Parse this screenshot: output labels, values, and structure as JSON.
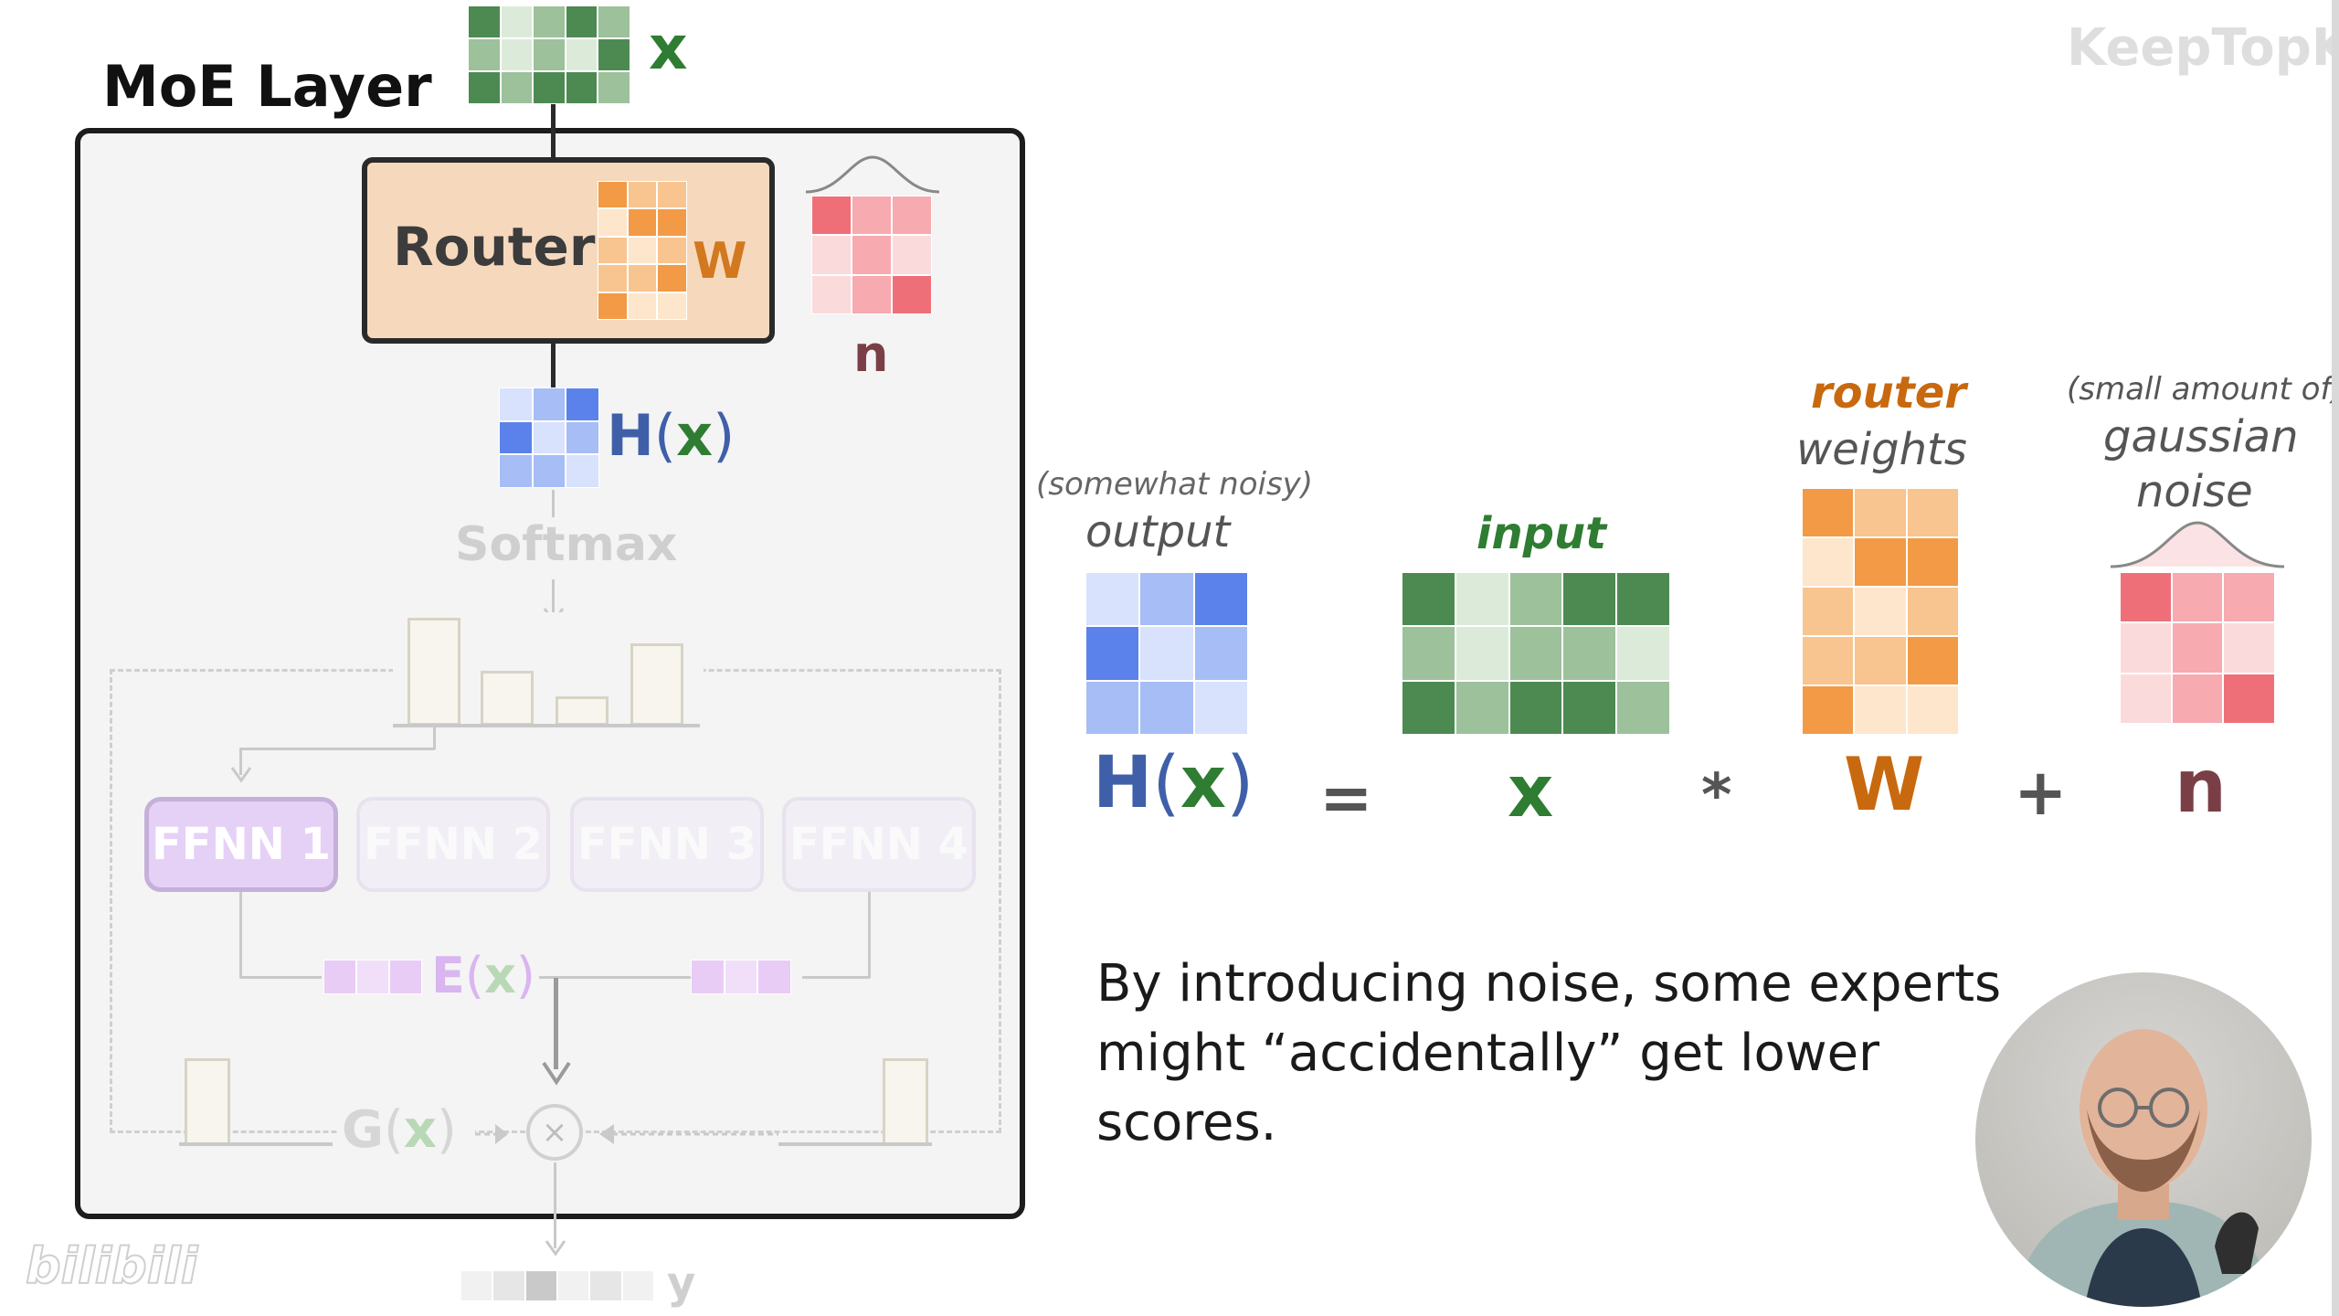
{
  "watermark": "KeepTopK",
  "bilibili_logo": "bilibili",
  "moe": {
    "title": "MoE Layer",
    "input_label": "x",
    "router_label": "Router",
    "router_weight_label": "W",
    "noise_label": "n",
    "hidden_label_h": "H",
    "hidden_label_x": "x",
    "paren_open": "(",
    "paren_close": ")",
    "softmax_label": "Softmax",
    "experts": [
      {
        "label": "FFNN 1"
      },
      {
        "label": "FFNN 2"
      },
      {
        "label": "FFNN 3"
      },
      {
        "label": "FFNN 4"
      }
    ],
    "expert_output_e": "E",
    "expert_output_x": "x",
    "gate_g": "G",
    "gate_x": "x",
    "multiply_symbol": "×",
    "output_label": "y"
  },
  "equation": {
    "output_note": "(somewhat noisy)",
    "output_caption": "output",
    "input_caption": "input",
    "router_caption": "router",
    "weights_caption": "weights",
    "noise_note": "(small amount of)",
    "noise_caption_1": "gaussian",
    "noise_caption_2": "noise",
    "lhs_h": "H",
    "lhs_x": "x",
    "eq": "=",
    "x": "x",
    "times": "*",
    "w": "W",
    "plus": "+",
    "n": "n"
  },
  "caption_line_1": "By introducing noise, some experts",
  "caption_line_2": "might “accidentally” get lower",
  "caption_line_3": "scores.",
  "colors": {
    "green_dark": "#4d8a52",
    "green_mid": "#9cc19b",
    "green_light": "#dcebd9",
    "orange_dark": "#f29a45",
    "orange_mid": "#f8c48f",
    "orange_light": "#fde6cc",
    "blue_dark": "#5a82ea",
    "blue_mid": "#a6bdf6",
    "blue_light": "#d8e2fc",
    "red_dark": "#ef6f79",
    "red_mid": "#f7aab0",
    "red_light": "#fbdadc",
    "router_fill": "#f6d9bd",
    "label_green": "#2e7d32",
    "label_blue": "#3f5fa8",
    "label_orange": "#c8690f",
    "label_brown": "#7a3f46"
  }
}
